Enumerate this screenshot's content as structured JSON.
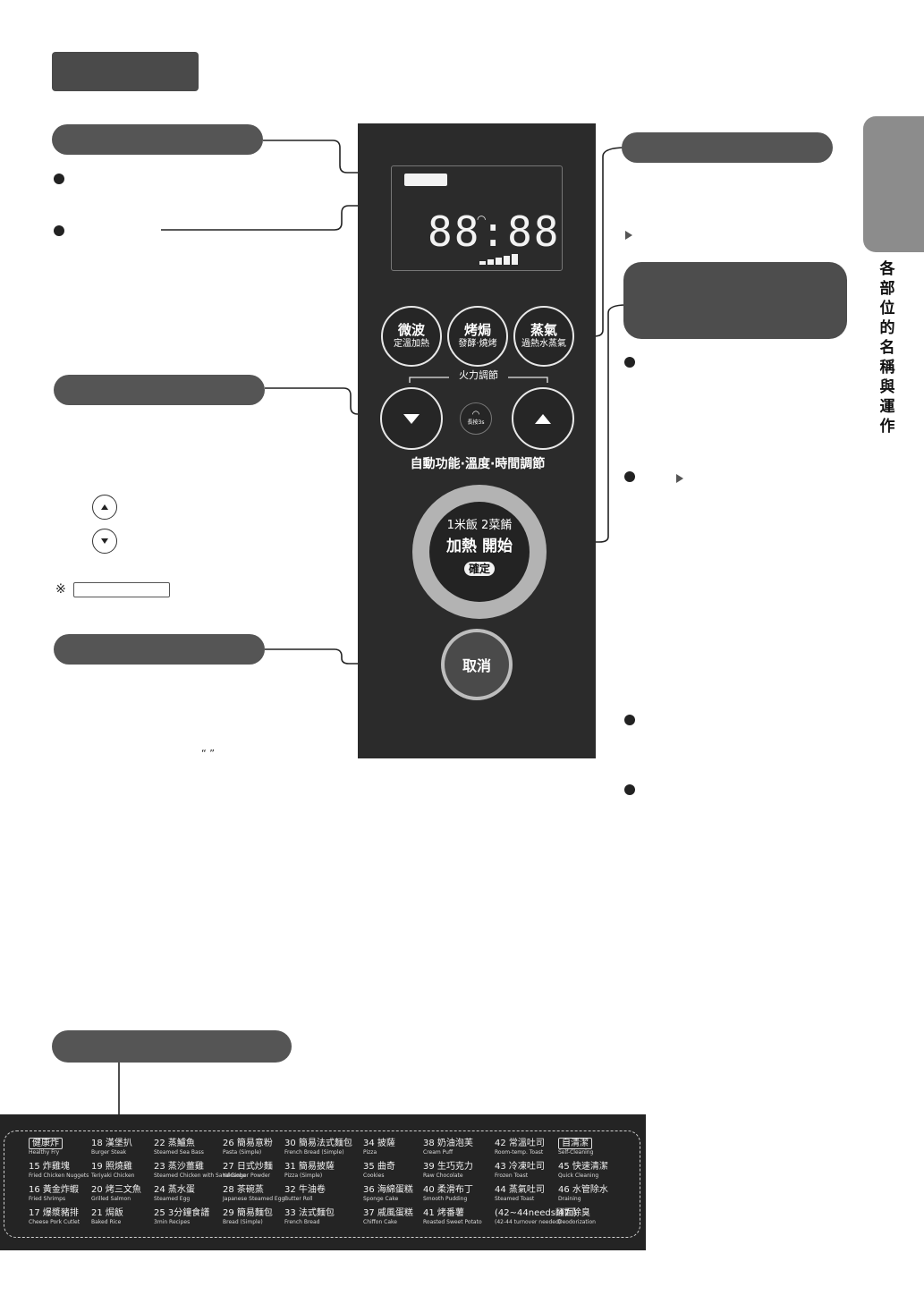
{
  "side_tab": {
    "text": "各部位的名稱與運作"
  },
  "control_panel": {
    "buttons": {
      "microwave": {
        "line1": "微波",
        "line2": "定溫加熱"
      },
      "oven": {
        "line1": "烤焗",
        "line2": "發酵·燒烤"
      },
      "steam": {
        "line1": "蒸氣",
        "line2": "過熱水蒸氣"
      }
    },
    "power_label": "火力調節",
    "wifi_label": "長按3s",
    "adjust_label": "自動功能·溫度·時間調節",
    "start": {
      "line1": "1米飯  2菜餚",
      "line2": "加熱  開始",
      "badge": "確定"
    },
    "cancel": "取消"
  },
  "note_mark": "※",
  "quote_marks": "“        ”",
  "menu": [
    {
      "zh": "健康炸",
      "en": "Healthy Fry",
      "boxed": true
    },
    {
      "zh": "15 炸雞塊",
      "en": "Fried Chicken Nuggets"
    },
    {
      "zh": "16 黃金炸蝦",
      "en": "Fried Shrimps"
    },
    {
      "zh": "17 爆漿豬排",
      "en": "Cheese Pork Cutlet"
    },
    {
      "zh": "18 漢堡扒",
      "en": "Burger Steak"
    },
    {
      "zh": "19 照燒雞",
      "en": "Teriyaki Chicken"
    },
    {
      "zh": "20 烤三文魚",
      "en": "Grilled Salmon"
    },
    {
      "zh": "21 焗飯",
      "en": "Baked Rice"
    },
    {
      "zh": "22 蒸鱸魚",
      "en": "Steamed Sea Bass"
    },
    {
      "zh": "23 蒸沙薑雞",
      "en": "Steamed Chicken with Sand Ginger Powder"
    },
    {
      "zh": "24 蒸水蛋",
      "en": "Steamed Egg"
    },
    {
      "zh": "25 3分鐘食譜",
      "en": "3min Recipes"
    },
    {
      "zh": "26 簡易意粉",
      "en": "Pasta (Simple)"
    },
    {
      "zh": "27 日式炒麵",
      "en": "Yakisoba"
    },
    {
      "zh": "28 茶碗蒸",
      "en": "Japanese Steamed Egg"
    },
    {
      "zh": "29 簡易麵包",
      "en": "Bread (Simple)"
    },
    {
      "zh": "30 簡易法式麵包",
      "en": "French Bread (Simple)"
    },
    {
      "zh": "31 簡易披薩",
      "en": "Pizza (Simple)"
    },
    {
      "zh": "32 牛油卷",
      "en": "Butter Roll"
    },
    {
      "zh": "33 法式麵包",
      "en": "French Bread"
    },
    {
      "zh": "34 披薩",
      "en": "Pizza"
    },
    {
      "zh": "35 曲奇",
      "en": "Cookies"
    },
    {
      "zh": "36 海綿蛋糕",
      "en": "Sponge Cake"
    },
    {
      "zh": "37 戚風蛋糕",
      "en": "Chiffon Cake"
    },
    {
      "zh": "38 奶油泡芙",
      "en": "Cream Puff"
    },
    {
      "zh": "39 生巧克力",
      "en": "Raw Chocolate"
    },
    {
      "zh": "40 柔滑布丁",
      "en": "Smooth Pudding"
    },
    {
      "zh": "41 烤番薯",
      "en": "Roasted Sweet Potato"
    },
    {
      "zh": "42 常溫吐司",
      "en": "Room-temp. Toast"
    },
    {
      "zh": "43 冷凍吐司",
      "en": "Frozen Toast"
    },
    {
      "zh": "44 蒸氣吐司",
      "en": "Steamed Toast"
    },
    {
      "zh": "(42~44needs翻面)",
      "en": "(42-44 turnover needed)"
    },
    {
      "zh": "自清潔",
      "en": "Self-Cleaning",
      "boxed": true
    },
    {
      "zh": "45 快速清潔",
      "en": "Quick Cleaning"
    },
    {
      "zh": "46 水管除水",
      "en": "Draining"
    },
    {
      "zh": "47 除臭",
      "en": "Deodorization"
    }
  ]
}
